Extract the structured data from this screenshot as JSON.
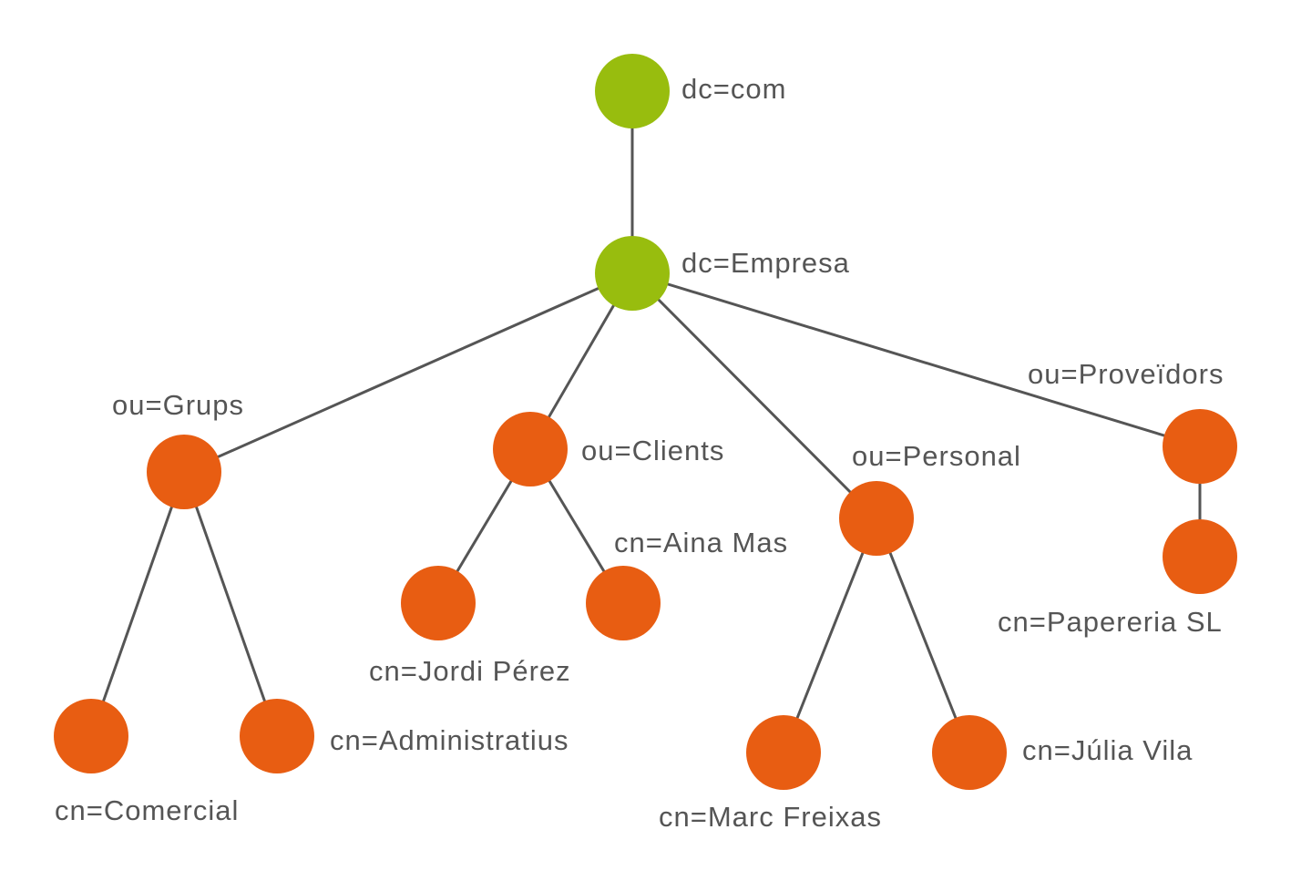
{
  "colors": {
    "root": "#98bd0e",
    "branch": "#e85d12",
    "edge": "#555555",
    "label": "#555555"
  },
  "nodes": {
    "com": {
      "label": "dc=com",
      "kind": "root"
    },
    "empresa": {
      "label": "dc=Empresa",
      "kind": "root"
    },
    "grups": {
      "label": "ou=Grups",
      "kind": "branch"
    },
    "clients": {
      "label": "ou=Clients",
      "kind": "branch"
    },
    "personal": {
      "label": "ou=Personal",
      "kind": "branch"
    },
    "proveidors": {
      "label": "ou=Proveïdors",
      "kind": "branch"
    },
    "comercial": {
      "label": "cn=Comercial",
      "kind": "branch"
    },
    "administratius": {
      "label": "cn=Administratius",
      "kind": "branch"
    },
    "jordi": {
      "label": "cn=Jordi Pérez",
      "kind": "branch"
    },
    "aina": {
      "label": "cn=Aina Mas",
      "kind": "branch"
    },
    "marc": {
      "label": "cn=Marc Freixas",
      "kind": "branch"
    },
    "julia": {
      "label": "cn=Júlia Vila",
      "kind": "branch"
    },
    "papereria": {
      "label": "cn=Papereria SL",
      "kind": "branch"
    }
  },
  "edges": [
    [
      "com",
      "empresa"
    ],
    [
      "empresa",
      "grups"
    ],
    [
      "empresa",
      "clients"
    ],
    [
      "empresa",
      "personal"
    ],
    [
      "empresa",
      "proveidors"
    ],
    [
      "grups",
      "comercial"
    ],
    [
      "grups",
      "administratius"
    ],
    [
      "clients",
      "jordi"
    ],
    [
      "clients",
      "aina"
    ],
    [
      "personal",
      "marc"
    ],
    [
      "personal",
      "julia"
    ],
    [
      "proveidors",
      "papereria"
    ]
  ]
}
